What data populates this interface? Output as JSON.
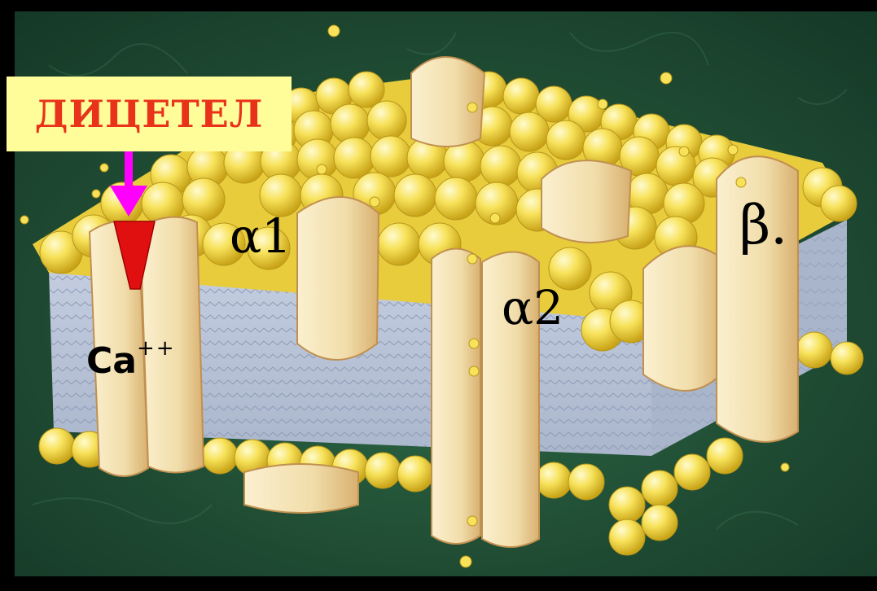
{
  "drug_label": "ДИЦЕТЕЛ",
  "subunits": {
    "alpha1": "α1",
    "alpha2": "α2",
    "beta": "β."
  },
  "ion": {
    "symbol": "Ca",
    "charge": "++"
  },
  "colors": {
    "background": "#1f4a32",
    "border": "#000000",
    "lipid_head": "#f4dc4a",
    "bilayer_core": "#b9c4d6",
    "protein": "#f3dfb0",
    "drug_box": "#fffd9a",
    "drug_text": "#e8321a",
    "arrow": "#ff00ff",
    "blocker": "#e01010"
  }
}
